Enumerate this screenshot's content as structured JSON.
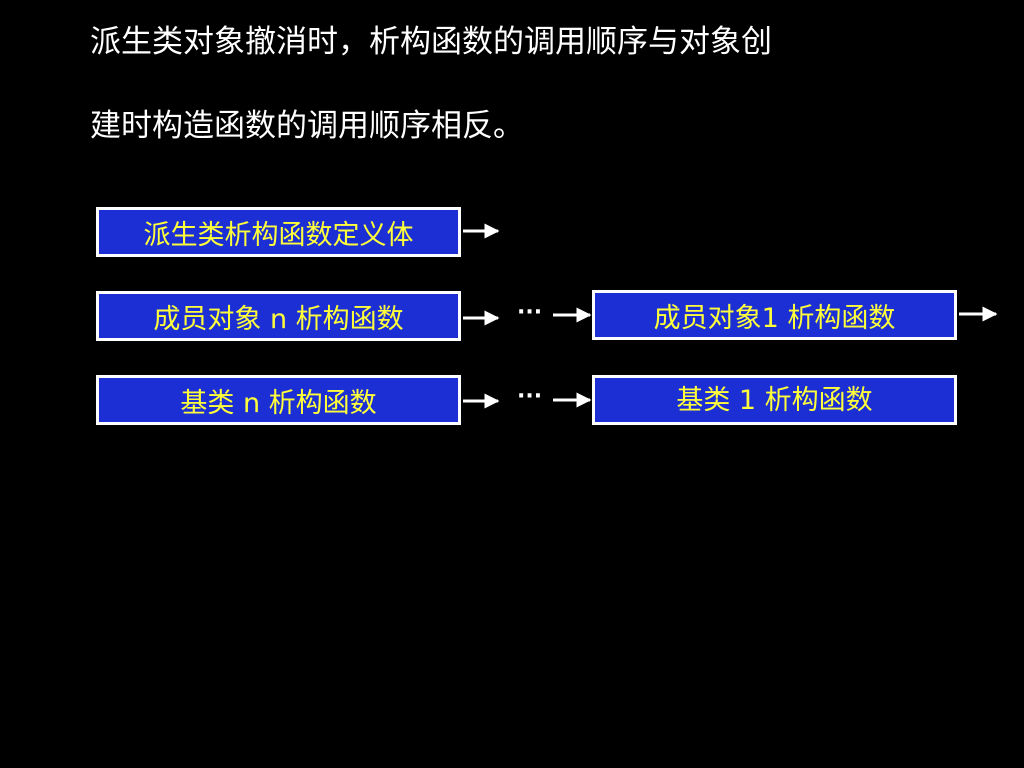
{
  "intro": {
    "line1": "派生类对象撤消时，析构函数的调用顺序与对象创",
    "line2": "建时构造函数的调用顺序相反。"
  },
  "diagram": {
    "derived_destructor": "派生类析构函数定义体",
    "member_n_destructor": "成员对象 n 析构函数",
    "member_1_destructor": "成员对象1 析构函数",
    "base_n_destructor": "基类 n 析构函数",
    "base_1_destructor": "基类 1 析构函数",
    "ellipsis_members": "···",
    "ellipsis_bases": "···"
  },
  "colors": {
    "background": "#000000",
    "box_fill": "#1c2fd4",
    "box_border": "#ffffff",
    "box_text": "#ffff3a",
    "arrow": "#ffffff"
  }
}
